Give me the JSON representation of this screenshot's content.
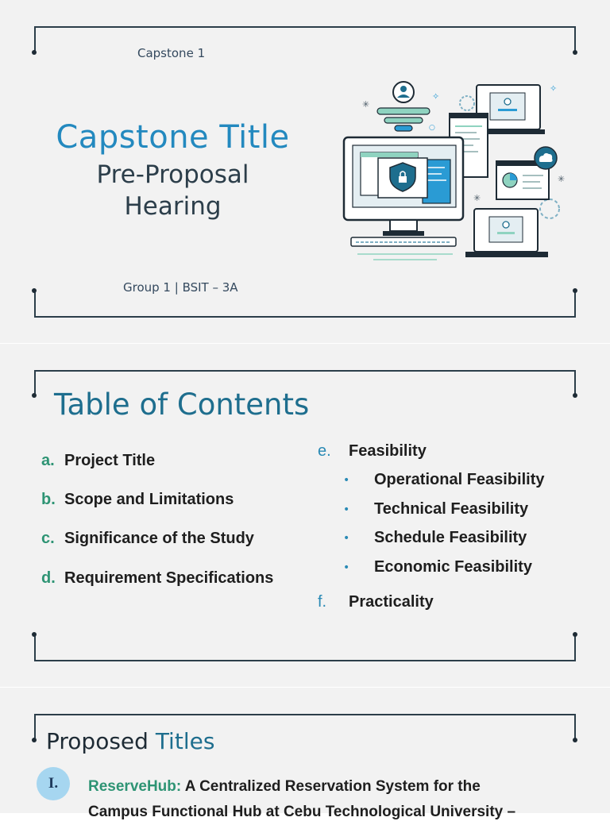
{
  "slide1": {
    "course_label": "Capstone 1",
    "title": "Capstone Title",
    "subtitle_line1": "Pre-Proposal",
    "subtitle_line2": "Hearing",
    "group_label": "Group 1 | BSIT – 3A",
    "illustration_icon": "computer-security-illustration"
  },
  "slide2": {
    "title": "Table of Contents",
    "left_items": [
      {
        "letter": "a.",
        "label": "Project Title"
      },
      {
        "letter": "b.",
        "label": "Scope and Limitations"
      },
      {
        "letter": "c.",
        "label": "Significance of the Study"
      },
      {
        "letter": "d.",
        "label": "Requirement Specifications"
      }
    ],
    "right_items": [
      {
        "letter": "e.",
        "label": "Feasibility"
      },
      {
        "letter": "f.",
        "label": "Practicality"
      }
    ],
    "sub_items": [
      "Operational Feasibility",
      "Technical Feasibility",
      "Schedule Feasibility",
      "Economic Feasibility"
    ]
  },
  "slide3": {
    "title_part1": "Proposed ",
    "title_part2": "Titles",
    "roman": "I.",
    "brand": "ReserveHub:",
    "text_line1": " A Centralized Reservation System for the",
    "text_line2": "Campus Functional Hub at Cebu Technological University –"
  },
  "colors": {
    "accent_blue": "#2389bf",
    "accent_green": "#2e9474",
    "dark_teal": "#1e6e8e",
    "slide_bg": "#f2f2f2"
  }
}
